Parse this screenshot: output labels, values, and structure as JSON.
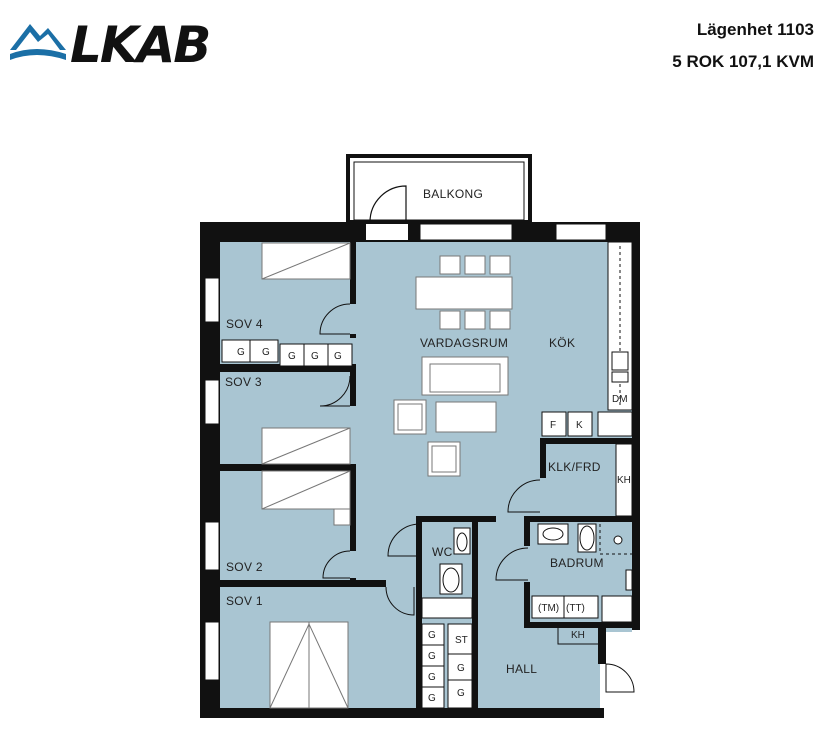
{
  "brand": {
    "name": "LKAB",
    "logo": "lkab-mountain-logo",
    "logo_color": "#1b6fa6"
  },
  "apartment": {
    "title": "Lägenhet 1103",
    "subtitle": "5 ROK 107,1 KVM"
  },
  "colors": {
    "floor": "#a9c5d2",
    "wall": "#111111",
    "fixture": "#ffffff"
  },
  "rooms": {
    "balkong": "BALKONG",
    "vardagsrum": "VARDAGSRUM",
    "kok": "KÖK",
    "sov4": "SOV 4",
    "sov3": "SOV 3",
    "sov2": "SOV 2",
    "sov1": "SOV 1",
    "klk": "KLK/FRD",
    "wc": "WC",
    "badrum": "BADRUM",
    "hall": "HALL"
  },
  "fixtures": {
    "g": "G",
    "st": "ST",
    "f": "F",
    "k": "K",
    "kh": "KH",
    "dm": "DM",
    "tm": "(TM)",
    "tt": "(TT)"
  }
}
